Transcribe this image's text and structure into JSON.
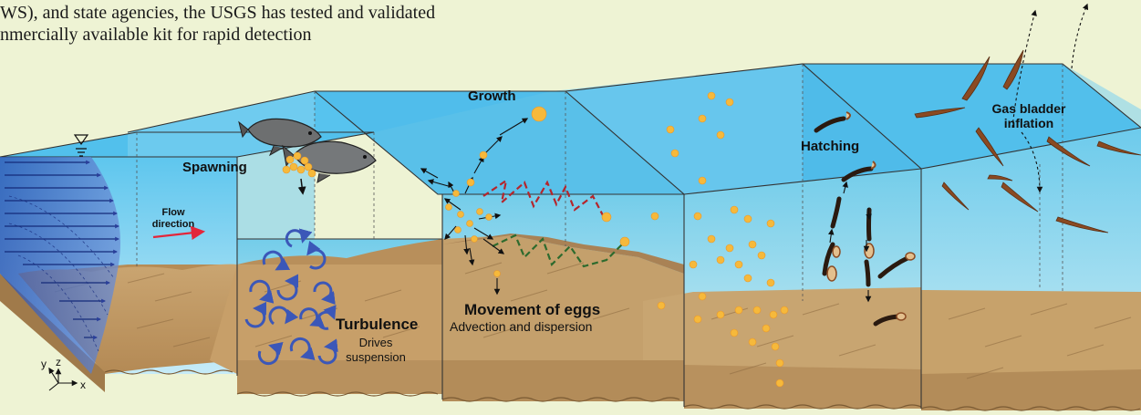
{
  "intro_text": {
    "line1": "WS), and state agencies, the USGS has tested and validated",
    "line2": "nmercially available kit for rapid detection"
  },
  "labels": {
    "spawning": "Spawning",
    "growth": "Growth",
    "hatching": "Hatching",
    "gas_bladder_1": "Gas bladder",
    "gas_bladder_2": "inflation",
    "flow_1": "Flow",
    "flow_2": "direction",
    "turbulence": "Turbulence",
    "turbulence_sub_1": "Drives",
    "turbulence_sub_2": "suspension",
    "movement": "Movement of eggs",
    "movement_sub": "Advection and dispersion"
  },
  "axes": {
    "x": "x",
    "y": "y",
    "z": "z"
  },
  "colors": {
    "water_top": "#4fc0ec",
    "water_bottom": "#bfe8f6",
    "sediment": "#c9a36e",
    "egg": "#f6b93b",
    "flow_arrow": "#e3263a",
    "turbulence": "#3b57b8",
    "larva": "#8a4a22",
    "path_red": "#b5252b",
    "path_green": "#2e6b2e"
  }
}
